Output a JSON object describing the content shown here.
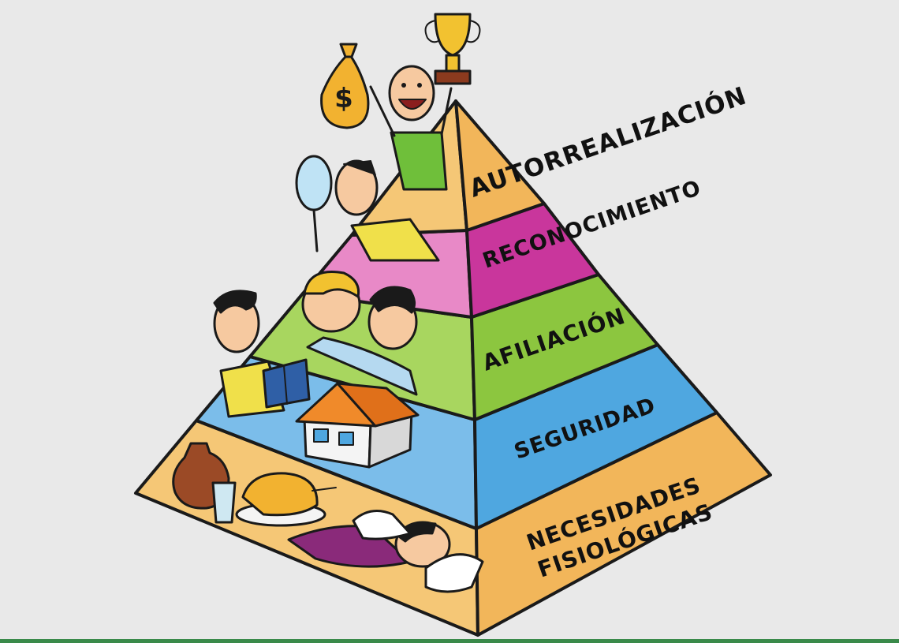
{
  "pyramid": {
    "levels": [
      {
        "key": "autorrealizacion",
        "label": "AUTORREALIZACIÓN",
        "color_right": "#f2b65a",
        "color_left": "#f5c776"
      },
      {
        "key": "reconocimiento",
        "label": "RECONOCIMIENTO",
        "color_right": "#c9369c",
        "color_left": "#e889c7"
      },
      {
        "key": "afiliacion",
        "label": "AFILIACIÓN",
        "color_right": "#8cc63f",
        "color_left": "#a8d65f"
      },
      {
        "key": "seguridad",
        "label": "SEGURIDAD",
        "color_right": "#4fa7e0",
        "color_left": "#7bbdea"
      },
      {
        "key": "necesidades",
        "label_line1": "NECESIDADES",
        "label_line2": "FISIOLÓGICAS",
        "color_right": "#f2b65a",
        "color_left": "#f5c776"
      }
    ]
  },
  "illustrations": {
    "money_bag_icon": "money-bag-icon",
    "trophy_icon": "trophy-icon",
    "mirror_icon": "hand-mirror-icon",
    "book_icon": "book-icon",
    "house_icon": "house-icon",
    "food_icon": "roast-chicken-icon",
    "jug_icon": "jug-icon",
    "pillow_icon": "pillow-icon"
  },
  "colors": {
    "background": "#e9e9e9",
    "outline": "#1a1a1a"
  }
}
